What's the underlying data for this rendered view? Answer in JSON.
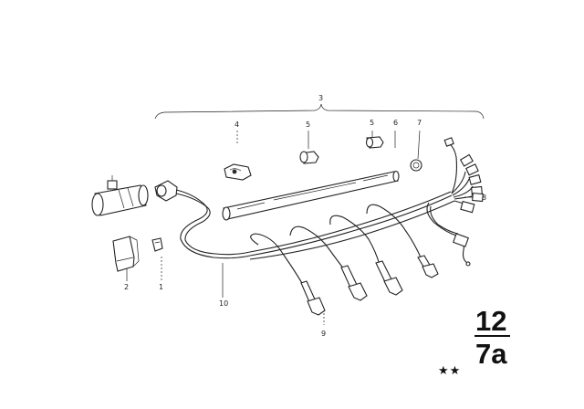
{
  "callouts": {
    "c1": "1",
    "c2": "2",
    "c3": "3",
    "c4": "4",
    "c5a": "5",
    "c5b": "5",
    "c6": "6",
    "c7": "7",
    "c8": "8",
    "c9": "9",
    "c10": "10"
  },
  "page_ref": {
    "top": "12",
    "bottom": "7a"
  },
  "marking": "★★"
}
